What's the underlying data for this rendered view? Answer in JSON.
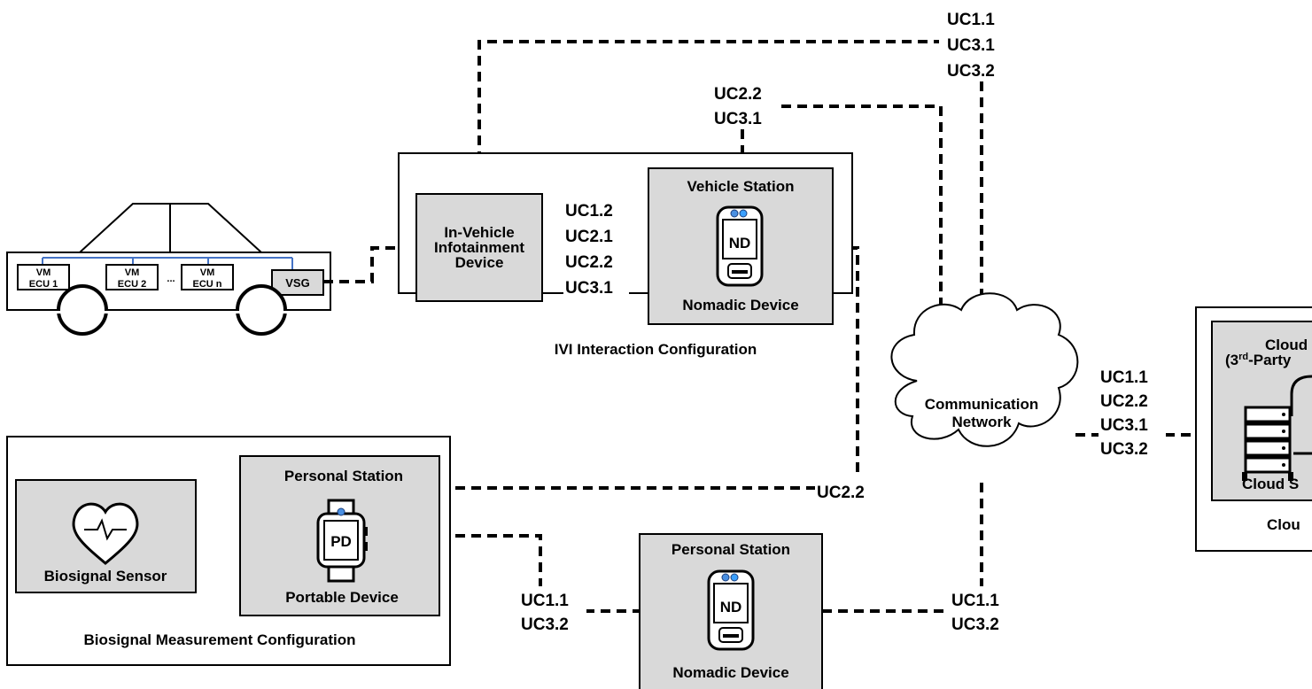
{
  "car": {
    "ecus": [
      {
        "line1": "VM",
        "line2": "ECU 1"
      },
      {
        "line1": "VM",
        "line2": "ECU 2"
      },
      {
        "line1": "VM",
        "line2": "ECU n"
      }
    ],
    "ellipsis": "...",
    "gateway": "VSG"
  },
  "ivi": {
    "device_lines": [
      "In-Vehicle",
      "Infotainment",
      "Device"
    ],
    "station_title": "Vehicle Station",
    "station_device_label": "Nomadic Device",
    "device_icon_text": "ND",
    "config_label": "IVI Interaction Configuration",
    "link_ucs": [
      "UC1.2",
      "UC2.1",
      "UC2.2",
      "UC3.1"
    ]
  },
  "top_links": {
    "upper_ucs": [
      "UC1.1",
      "UC3.1",
      "UC3.2"
    ],
    "middle_ucs": [
      "UC2.2",
      "UC3.1"
    ]
  },
  "network": {
    "lines": [
      "Communication",
      "Network"
    ]
  },
  "cloud": {
    "service_line1": "Cloud S",
    "service_line2_prefix": "(3",
    "service_line2_sup": "rd",
    "service_line2_suffix": "-Party",
    "server_label": "Cloud S",
    "config_label": "Clou",
    "link_ucs": [
      "UC1.1",
      "UC2.2",
      "UC3.1",
      "UC3.2"
    ]
  },
  "biosignal": {
    "sensor_label": "Biosignal Sensor",
    "station_title": "Personal Station",
    "device_icon_text": "PD",
    "device_label": "Portable Device",
    "config_label": "Biosignal Measurement Configuration",
    "link_uc": "UC2.2"
  },
  "personal_nd": {
    "station_title": "Personal Station",
    "device_icon_text": "ND",
    "device_label": "Nomadic Device",
    "left_ucs": [
      "UC1.1",
      "UC3.2"
    ],
    "right_ucs": [
      "UC1.1",
      "UC3.2"
    ]
  }
}
